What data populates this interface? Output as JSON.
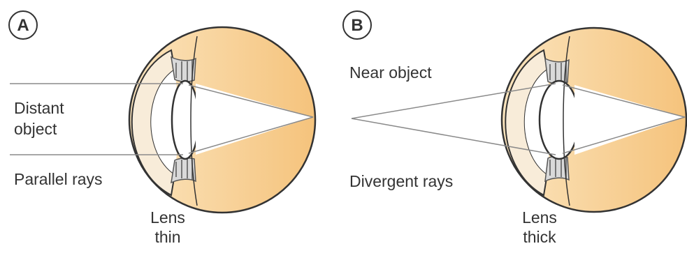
{
  "panels": [
    {
      "letter": "A",
      "object_label_line1": "Distant",
      "object_label_line2": "object",
      "rays_label": "Parallel rays",
      "lens_label_line1": "Lens",
      "lens_label_line2": "thin"
    },
    {
      "letter": "B",
      "object_label": "Near object",
      "rays_label": "Divergent rays",
      "lens_label_line1": "Lens",
      "lens_label_line2": "thick"
    }
  ],
  "colors": {
    "eye_fill": "#f6c985",
    "eye_fill_light": "#fbe6c3",
    "cornea_fill": "#f8ecd9",
    "outline": "#333333",
    "ray": "#8a8a8a",
    "muscle": "#c0c0c0"
  }
}
